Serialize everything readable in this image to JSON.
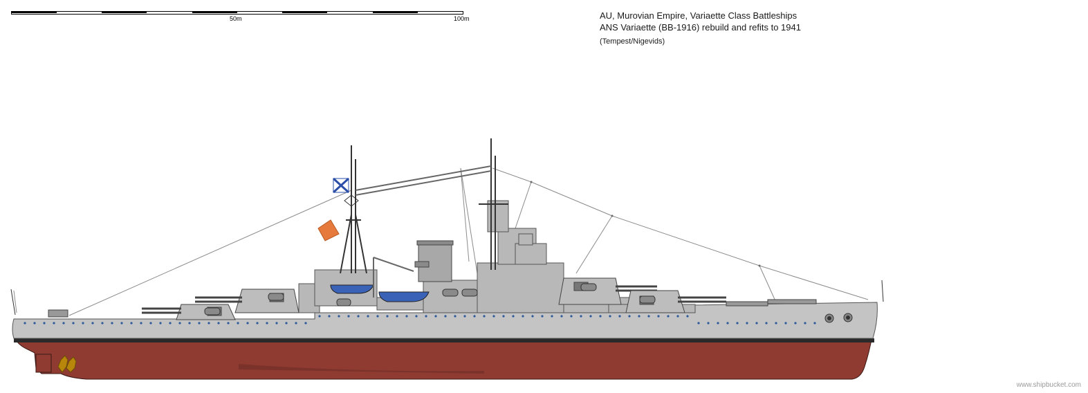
{
  "scale": {
    "mid_label": "50m",
    "end_label": "100m"
  },
  "header": {
    "title_line1": "AU, Murovian Empire, Variaette Class Battleships",
    "title_line2": "ANS Variaette (BB-1916) rebuild and refits to 1941",
    "credit": "(Tempest/Nigevids)"
  },
  "watermark": "www.shipbucket.com",
  "colors": {
    "hull_grey": "#c4c4c4",
    "superstructure_grey": "#b8b8b8",
    "hull_red": "#8f3b32",
    "boot_topping": "#2a2a2a",
    "ensign_orange": "#e67a3c",
    "jack_blue": "#2a4ea8",
    "propeller_gold": "#b8860b"
  },
  "icons": {
    "flag_jack": "flag-icon",
    "flag_ensign": "flag-icon",
    "propeller": "propeller-icon"
  }
}
